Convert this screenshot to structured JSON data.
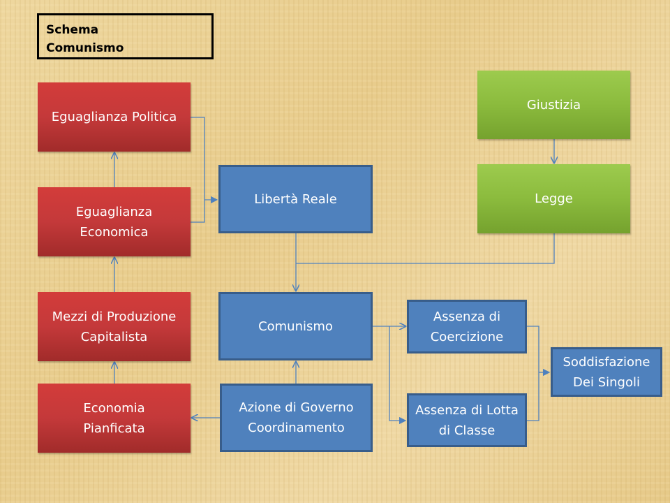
{
  "title": {
    "line1": "Schema",
    "line2": "Comunismo"
  },
  "nodes": {
    "eguaglianza_politica": "Eguaglianza Politica",
    "eguaglianza_economica": "Eguaglianza Economica",
    "mezzi_produzione": "Mezzi di Produzione Capitalista",
    "economia_pianificata": "Economia Pianficata",
    "liberta_reale": "Libertà Reale",
    "comunismo": "Comunismo",
    "azione_governo": "Azione di Governo Coordinamento",
    "giustizia": "Giustizia",
    "legge": "Legge",
    "assenza_coercizione": "Assenza di Coercizione",
    "assenza_lotta": "Assenza di Lotta di Classe",
    "soddisfazione": "Soddisfazione Dei Singoli"
  },
  "colors": {
    "red": "#c4393a",
    "blue": "#4f81bd",
    "green": "#8bbb3d",
    "connector": "#4f81bd"
  }
}
